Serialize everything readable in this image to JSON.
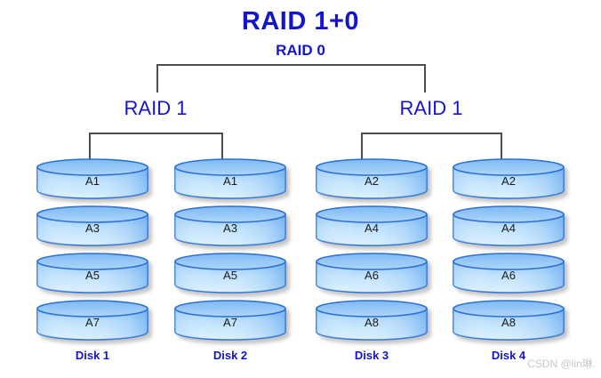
{
  "diagram": {
    "title": "RAID 1+0",
    "subtitle": "RAID 0",
    "groups": [
      {
        "label": "RAID 1"
      },
      {
        "label": "RAID 1"
      }
    ],
    "disks": [
      {
        "caption": "Disk 1",
        "blocks": [
          "A1",
          "A3",
          "A5",
          "A7"
        ]
      },
      {
        "caption": "Disk 2",
        "blocks": [
          "A1",
          "A3",
          "A5",
          "A7"
        ]
      },
      {
        "caption": "Disk 3",
        "blocks": [
          "A2",
          "A4",
          "A6",
          "A8"
        ]
      },
      {
        "caption": "Disk 4",
        "blocks": [
          "A2",
          "A4",
          "A6",
          "A8"
        ]
      }
    ],
    "watermark": "CSDN @lin琳."
  },
  "colors": {
    "text_blue": "#1414CF",
    "connector_gray": "#4D4D4D",
    "cylinder_stroke": "#2B6FD4",
    "cylinder_light": "#D6EEFD",
    "cylinder_mid": "#8FC4F7",
    "cylinder_dark": "#6FB0F2",
    "block_label": "#1A1A1A",
    "watermark_gray": "#C8C8C8",
    "background": "#FFFFFF"
  }
}
